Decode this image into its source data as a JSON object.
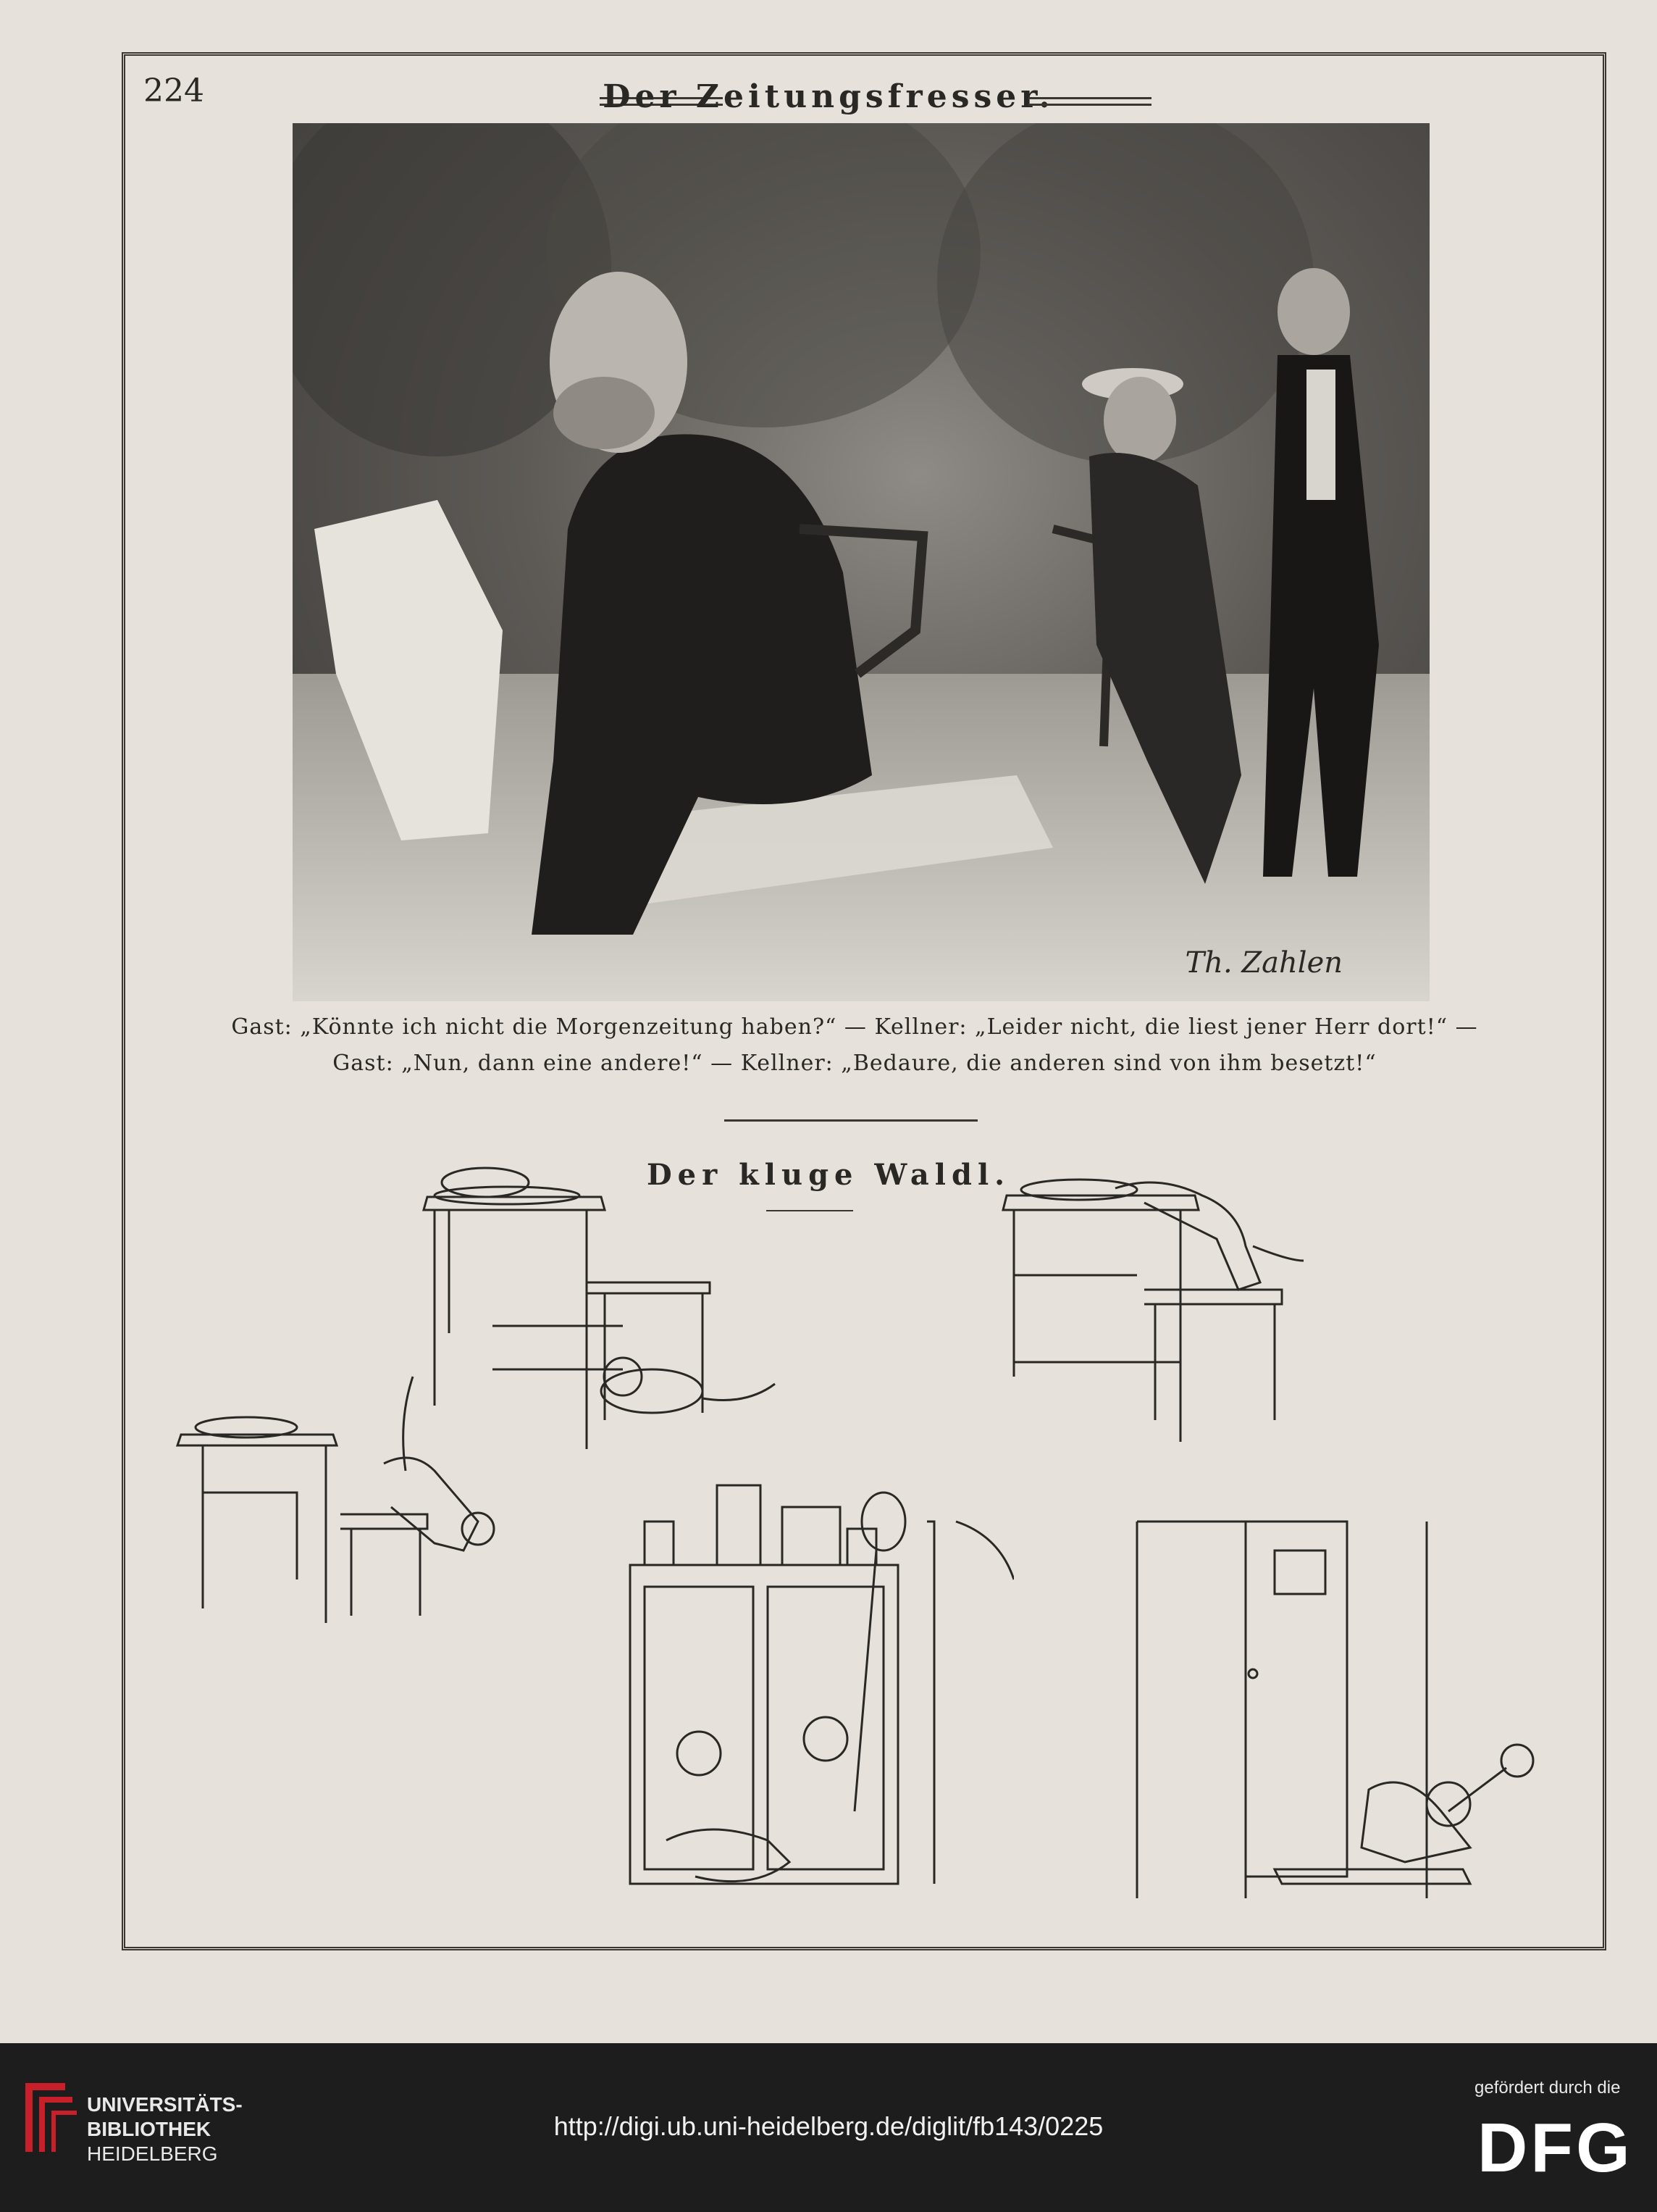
{
  "header": {
    "page_number": "224",
    "title": "Der Zeitungsfresser."
  },
  "painting": {
    "signature": "Th. Zahlen"
  },
  "caption": {
    "line1": "Gast: „Könnte ich nicht die Morgenzeitung haben?“ — Kellner: „Leider nicht, die liest jener Herr dort!“ —",
    "line2": "Gast: „Nun, dann eine andere!“ — Kellner: „Bedaure, die anderen sind von ihm besetzt!“"
  },
  "cartoon": {
    "title": "Der kluge Waldl."
  },
  "footer": {
    "library_line1": "UNIVERSITÄTS-",
    "library_line2": "BIBLIOTHEK",
    "library_line3": "HEIDELBERG",
    "url": "http://digi.ub.uni-heidelberg.de/diglit/fb143/0225",
    "funding_label": "gefördert durch die",
    "funding_logo": "DFG"
  }
}
